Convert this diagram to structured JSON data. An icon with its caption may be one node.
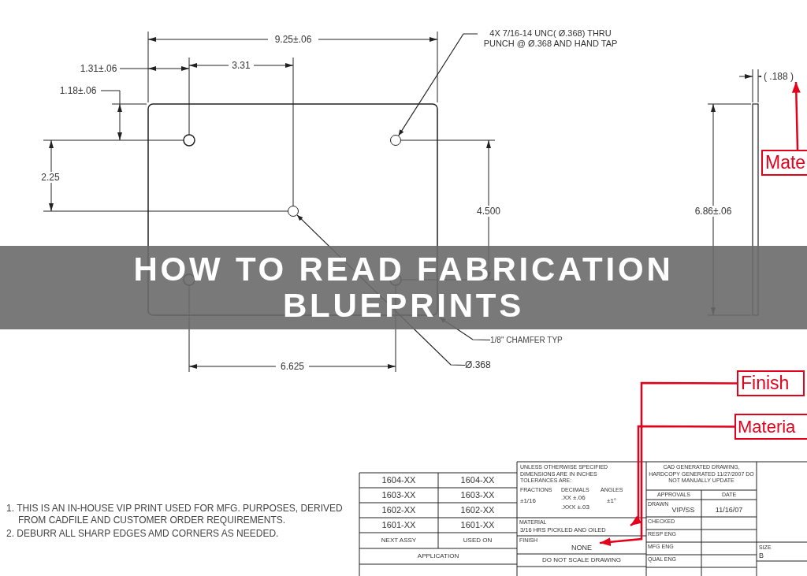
{
  "diagram": {
    "title": "HOW TO READ FABRICATION BLUEPRINTS",
    "nodes": [
      {
        "text": [
          "4X 7/16-14 UNC( Ø.368) THRU PUNCH @ Ø.368 AND HAND TAP"
        ]
      },
      {
        "text": [],
        "shape": "circle"
      },
      {
        "text": [
          "Ø.368"
        ]
      },
      {
        "text": [],
        "shape": "circle"
      },
      {
        "text": [
          "1/8\" CHAMFER TYP"
        ]
      },
      {
        "text": [
          "Mate"
        ]
      },
      {
        "text": [
          "Finish"
        ]
      },
      {
        "text": [
          "Materia"
        ]
      },
      {
        "text": [
          "( .188 )"
        ]
      },
      {
        "text": [
          "3/16 HRS PICKLED AND OILED"
        ]
      },
      {
        "text": [
          "NONE"
        ]
      }
    ],
    "edges": [
      {
        "from": 0,
        "to": 1,
        "arrow": "to"
      },
      {
        "from": 2,
        "to": 3,
        "arrow": "to"
      },
      {
        "from": 4,
        "to": null,
        "arrow": "to"
      },
      {
        "from": 5,
        "to": 8,
        "arrow": "to",
        "color": "#e3001b"
      },
      {
        "from": 6,
        "to": 10,
        "arrow": "to",
        "color": "#e3001b"
      },
      {
        "from": 7,
        "to": 9,
        "arrow": "to",
        "color": "#e3001b"
      }
    ],
    "labels": [
      "9.25±.06",
      "1.31±.06",
      "3.31",
      "1.18±.06",
      "2.25",
      "4.500",
      "6.625",
      "6.86±.06",
      "1. THIS IS AN IN-HOUSE VIP PRINT USED FOR MFG. PURPOSES, DERIVED FROM CADFILE AND CUSTOMER ORDER REQUIREMENTS.",
      "2. DEBURR ALL SHARP EDGES AMD CORNERS AS NEEDED.",
      "1604-XX",
      "1604-XX",
      "1603-XX",
      "1603-XX",
      "1602-XX",
      "1602-XX",
      "1601-XX",
      "1601-XX",
      "NEXT ASSY",
      "USED ON",
      "APPLICATION",
      "UNLESS OTHERWISE SPECIFIED DIMENSIONS ARE IN INCHES TOLERANCES ARE:",
      "FRACTIONS",
      "DECIMALS",
      "ANGLES",
      "±1/16",
      ".XX ±.06",
      ".XXX ±.03",
      "±1°",
      "MATERIAL",
      "FINISH",
      "DO NOT SCALE DRAWING",
      "CAD GENERATED DRAWING, HARDCOPY GENERATED 11/27/2007 DO NOT MANUALLY UPDATE",
      "APPROVALS",
      "DATE",
      "DRAWN",
      "VIP/SS",
      "11/16/07",
      "CHECKED",
      "RESP ENG",
      "MFG ENG",
      "QUAL ENG",
      "SIZE",
      "B"
    ]
  }
}
